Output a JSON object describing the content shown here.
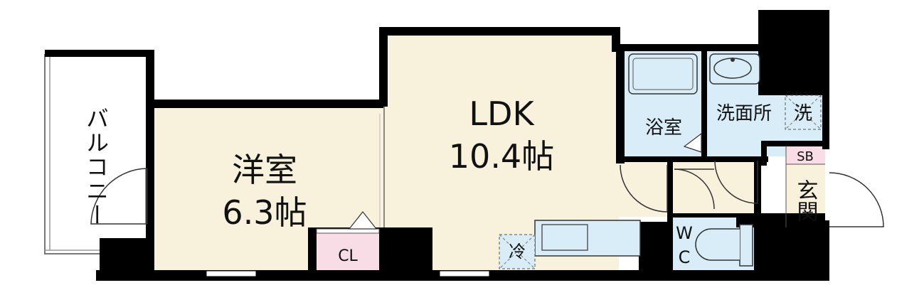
{
  "rooms": {
    "balcony": {
      "label": "バルコニー"
    },
    "western_room": {
      "name": "洋室",
      "size": "6.3帖"
    },
    "ldk": {
      "name": "LDK",
      "size": "10.4帖"
    },
    "bath": {
      "label": "浴室"
    },
    "washroom": {
      "label": "洗面所"
    },
    "entrance": {
      "label": "玄関"
    },
    "toilet": {
      "label_top": "W",
      "label_bottom": "C"
    }
  },
  "fixtures": {
    "closet": "CL",
    "shoe_box": "SB",
    "fridge": "冷",
    "washer": "洗"
  },
  "colors": {
    "wall": "#000000",
    "western_room_floor": "#f8f2dc",
    "ldk_floor": "#f8f2dc",
    "wet_area_floor": "#d9edf8",
    "closet_floor": "#f9dde6",
    "shoe_box_floor": "#f9dde6",
    "entrance_floor": "#f8f2dc"
  }
}
